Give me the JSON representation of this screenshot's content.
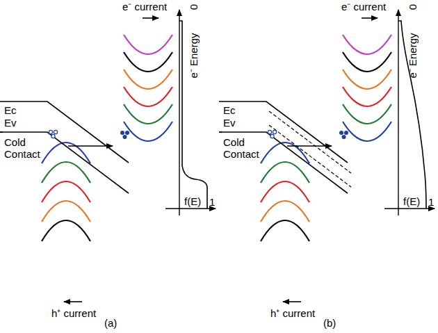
{
  "diagram": {
    "labels": [
      "e⁻ current",
      "Ec",
      "Ev",
      "Cold Contact",
      "e⁻ Energy",
      "0",
      "f(E)",
      "1",
      "h⁺ current",
      "(a)",
      "e⁻ current",
      "Ec",
      "Ev",
      "Cold Contact",
      "e⁻ Energy",
      "0",
      "f(E)",
      "1",
      "h⁺ current",
      "(b)"
    ]
  }
}
